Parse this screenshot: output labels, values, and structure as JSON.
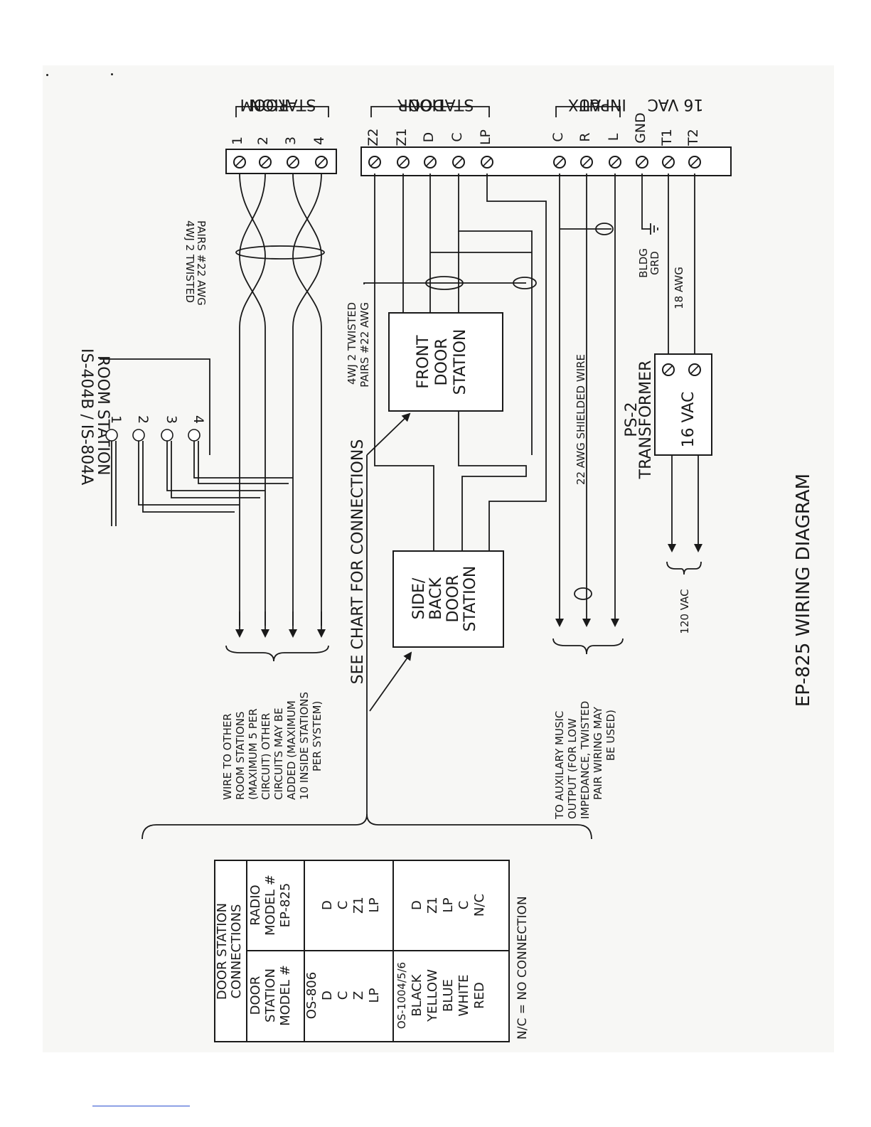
{
  "title": "EP-825 WIRING DIAGRAM",
  "room_station_block": {
    "terminals": [
      "1",
      "2",
      "3",
      "4"
    ],
    "label_line1": "ROOM",
    "label_line2": "STATION"
  },
  "main_block": {
    "terminals": [
      "Z2",
      "Z1",
      "D",
      "C",
      "LP",
      "C",
      "R",
      "L",
      "GND",
      "T1",
      "T2"
    ],
    "door_station_label_line1": "DOOR",
    "door_station_label_line2": "STATION",
    "aux_input_label_line1": "AUX",
    "aux_input_label_line2": "INPUT",
    "vac_label": "16 VAC"
  },
  "room_station_device": {
    "label_line1": "IS-404B / IS-804A",
    "label_line2": "ROOM STATION",
    "terminals": [
      "1",
      "2",
      "3",
      "4"
    ]
  },
  "cable_room": {
    "line1": "4WJ 2 TWISTED",
    "line2": "PAIRS #22 AWG"
  },
  "cable_door": {
    "line1": "4WJ 2 TWISTED",
    "line2": "PAIRS #22 AWG"
  },
  "front_door_station": [
    "FRONT",
    "DOOR",
    "STATION"
  ],
  "side_back_door_station": [
    "SIDE/",
    "BACK",
    "DOOR",
    "STATION"
  ],
  "shielded_wire": "22 AWG SHIELDED WIRE",
  "building_ground": {
    "line1": "BLDG",
    "line2": "GRD"
  },
  "gauge_18": "18 AWG",
  "transformer": {
    "line1": "PS-2",
    "line2": "TRANSFORMER",
    "rating": "16 VAC"
  },
  "vac_120": "120 VAC",
  "see_chart": "SEE CHART FOR CONNECTIONS",
  "wire_note": [
    "WIRE TO OTHER",
    "ROOM STATIONS",
    "(MAXIMUM 5 PER",
    "CIRCUIT) OTHER",
    "CIRCUITS MAY BE",
    "ADDED (MAXIMUM",
    "10 INSIDE STATIONS",
    "PER SYSTEM)"
  ],
  "aux_note": [
    "TO AUXILARY MUSIC",
    "OUTPUT (FOR LOW",
    "IMPEDANCE, TWISTED",
    "PAIR WIRING MAY",
    "BE USED)"
  ],
  "connections_table": {
    "title_line1": "DOOR STATION",
    "title_line2": "CONNECTIONS",
    "col1_header": [
      "DOOR",
      "STATION",
      "MODEL #"
    ],
    "col2_header": [
      "RADIO",
      "MODEL #",
      "EP-825"
    ],
    "group1_model": "OS-806",
    "group1_col1": [
      "D",
      "C",
      "Z",
      "LP"
    ],
    "group1_col2": [
      "D",
      "C",
      "Z1",
      "LP"
    ],
    "group2_model": "OS-1004/5/6",
    "group2_col1": [
      "BLACK",
      "YELLOW",
      "BLUE",
      "WHITE",
      "RED"
    ],
    "group2_col2": [
      "D",
      "Z1",
      "LP",
      "C",
      "N/C"
    ],
    "footnote": "N/C = NO CONNECTION"
  }
}
